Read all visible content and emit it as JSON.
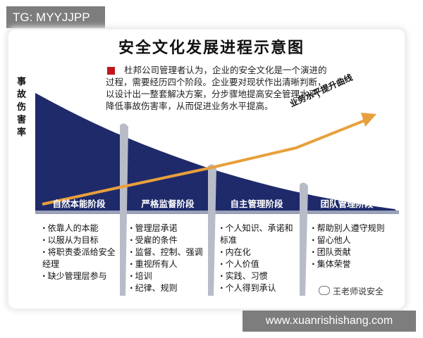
{
  "watermark_top": "TG: MYYJJPP",
  "watermark_bottom": "www.xuanrishishang.com",
  "title": "安全文化发展进程示意图",
  "intro_text": "杜邦公司管理者认为，企业的安全文化是一个演进的过程，需要经历四个阶段。企业要对现状作出清晰判断，以设计出一整套解决方案，分步骤地提高安全管理水平，降低事故伤害率，从而促进业务水平提高。",
  "y_axis_label": "事故伤害率",
  "rising_curve_label": "业务水平提升曲线",
  "stages": [
    {
      "label": "自然本能阶段",
      "items": [
        "依靠人的本能",
        "以服从为目标",
        "将职责委派给安全经理",
        "缺少管理层参与"
      ]
    },
    {
      "label": "严格监督阶段",
      "items": [
        "管理层承诺",
        "受雇的条件",
        "监督、控制、强调",
        "重视所有人",
        "培训",
        "纪律、规则"
      ]
    },
    {
      "label": "自主管理阶段",
      "items": [
        "个人知识、承诺和标准",
        "内在化",
        "个人价值",
        "实践、习惯",
        "个人得到承认"
      ]
    },
    {
      "label": "团队管理阶段",
      "items": [
        "帮助别人遵守规则",
        "留心他人",
        "团队贡献",
        "集体荣誉"
      ]
    }
  ],
  "wechat_account": "王老师说安全",
  "colors": {
    "curve_fill": "#1f2a6b",
    "arrow": "#e8a03c",
    "accent_square": "#c0161b",
    "divider": "#b8bcc8"
  }
}
